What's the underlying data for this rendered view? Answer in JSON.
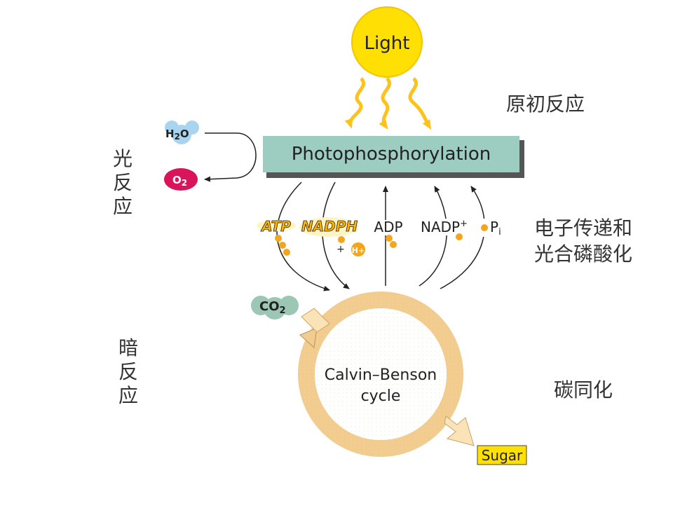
{
  "diagram": {
    "light": "Light",
    "process": "Photophosphorylation",
    "water_h": "H",
    "water_sub": "2",
    "water_o": "O",
    "oxygen_o": "O",
    "oxygen_sub": "2",
    "atp": "ATP",
    "nadph": "NADPH",
    "plus": "+",
    "hplus": "H+",
    "adp": "ADP",
    "nadp": "NADP",
    "nadp_sup": "+",
    "pi": "P",
    "pi_sub": "i",
    "co2_c": "CO",
    "co2_sub": "2",
    "cycle_line1": "Calvin–Benson",
    "cycle_line2": "cycle",
    "sugar": "Sugar"
  },
  "annotations": {
    "primary_reaction": "原初反应",
    "light_reaction": [
      "光",
      "反",
      "应"
    ],
    "electron_transfer_line1": "电子传递和",
    "electron_transfer_line2": "光合磷酸化",
    "dark_reaction": [
      "暗",
      "反",
      "应"
    ],
    "carbon_assimilation": "碳同化"
  },
  "colors": {
    "sun": "#ffe000",
    "process_box": "#9ccdc0",
    "water": "#a8d4f0",
    "oxygen": "#d8155a",
    "ring": "#f2cc8f",
    "co2": "#9cc7b4",
    "atp_fill": "#ffb400",
    "dot": "#f4a51c",
    "sugar_box": "#ffe000"
  }
}
